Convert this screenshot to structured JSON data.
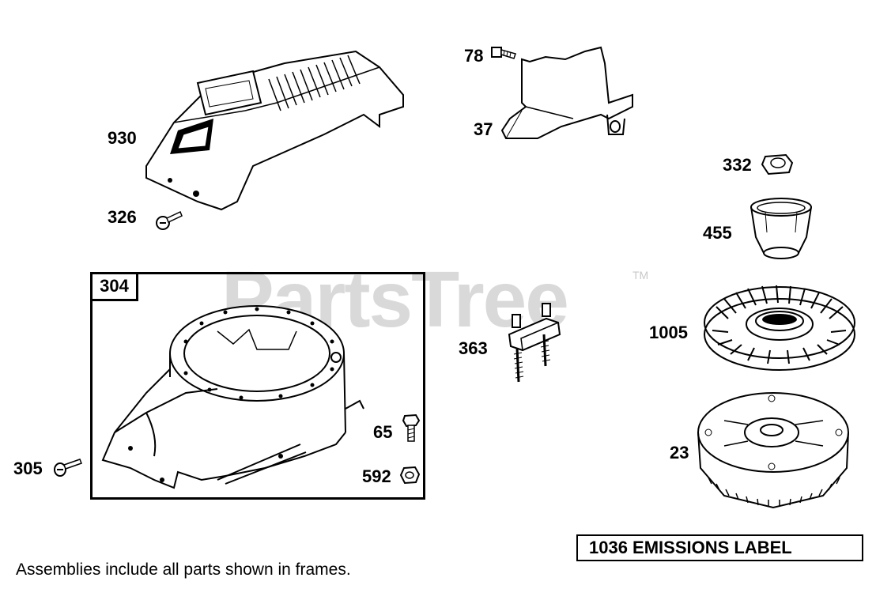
{
  "watermark": {
    "text": "PartsTree",
    "tm": "TM"
  },
  "frame": {
    "tag": "304"
  },
  "callouts": {
    "p930": "930",
    "p326": "326",
    "p78": "78",
    "p37": "37",
    "p332": "332",
    "p455": "455",
    "p1005": "1005",
    "p363": "363",
    "p65": "65",
    "p592": "592",
    "p305": "305",
    "p23": "23"
  },
  "emissions_label": "1036 EMISSIONS LABEL",
  "footnote": "Assemblies include all parts shown in frames.",
  "colors": {
    "line": "#000000",
    "watermark": "#d9d9d9",
    "background": "#ffffff"
  }
}
